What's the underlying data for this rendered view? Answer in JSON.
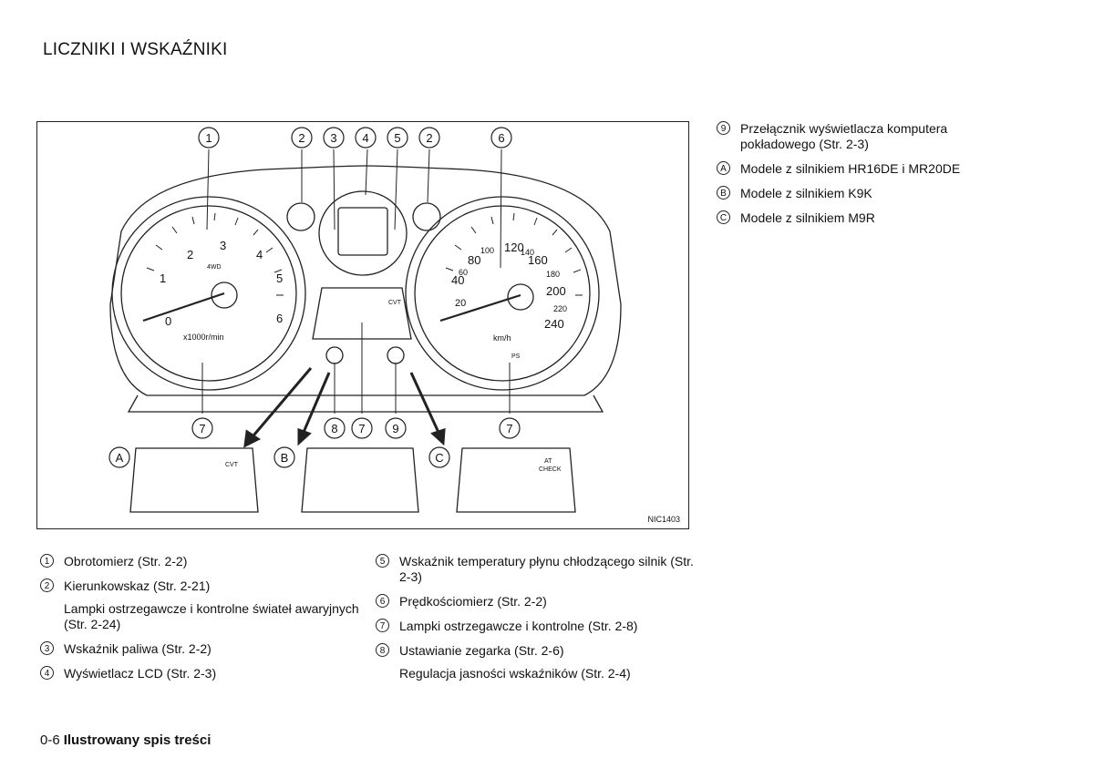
{
  "title": "LICZNIKI I WSKAŹNIKI",
  "figure": {
    "code": "NIC1403",
    "callouts": [
      "1",
      "2",
      "3",
      "4",
      "5",
      "2",
      "6",
      "7",
      "8",
      "7",
      "9",
      "7",
      "A",
      "B",
      "C"
    ],
    "gauges": {
      "tacho_labels": [
        "1",
        "2",
        "3",
        "4",
        "5",
        "6",
        "0"
      ],
      "tacho_unit": "x1000r/min",
      "tacho_4wd": "4WD",
      "speedo_labels": [
        "20",
        "40",
        "60",
        "80",
        "100",
        "120",
        "140",
        "160",
        "180",
        "200",
        "220",
        "240"
      ],
      "speedo_unit": "km/h",
      "speedo_ps": "PS",
      "cvt": "CVT",
      "at_check": "AT",
      "at_check2": "CHECK"
    }
  },
  "legend_right": [
    {
      "marker": "9",
      "text": "Przełącznik wyświetlacza komputera pokładowego (Str. 2-3)"
    },
    {
      "marker": "A",
      "text": "Modele z silnikiem HR16DE i MR20DE"
    },
    {
      "marker": "B",
      "text": "Modele z silnikiem K9K"
    },
    {
      "marker": "C",
      "text": "Modele z silnikiem M9R"
    }
  ],
  "legend_left": [
    {
      "marker": "1",
      "text": "Obrotomierz (Str. 2-2)"
    },
    {
      "marker": "2",
      "text": "Kierunkowskaz (Str. 2-21)"
    },
    {
      "marker": "",
      "text": "Lampki ostrzegawcze i kontrolne świateł awaryjnych (Str. 2-24)"
    },
    {
      "marker": "3",
      "text": "Wskaźnik paliwa (Str. 2-2)"
    },
    {
      "marker": "4",
      "text": "Wyświetlacz LCD (Str. 2-3)"
    }
  ],
  "legend_middle": [
    {
      "marker": "5",
      "text": "Wskaźnik temperatury płynu chłodzącego silnik (Str. 2-3)"
    },
    {
      "marker": "6",
      "text": "Prędkościomierz (Str. 2-2)"
    },
    {
      "marker": "7",
      "text": "Lampki ostrzegawcze i kontrolne (Str. 2-8)"
    },
    {
      "marker": "8",
      "text": "Ustawianie zegarka (Str. 2-6)"
    },
    {
      "marker": "",
      "text": "Regulacja jasności wskaźników (Str. 2-4)"
    }
  ],
  "footer": {
    "page": "0-6",
    "section": "Ilustrowany spis treści"
  }
}
